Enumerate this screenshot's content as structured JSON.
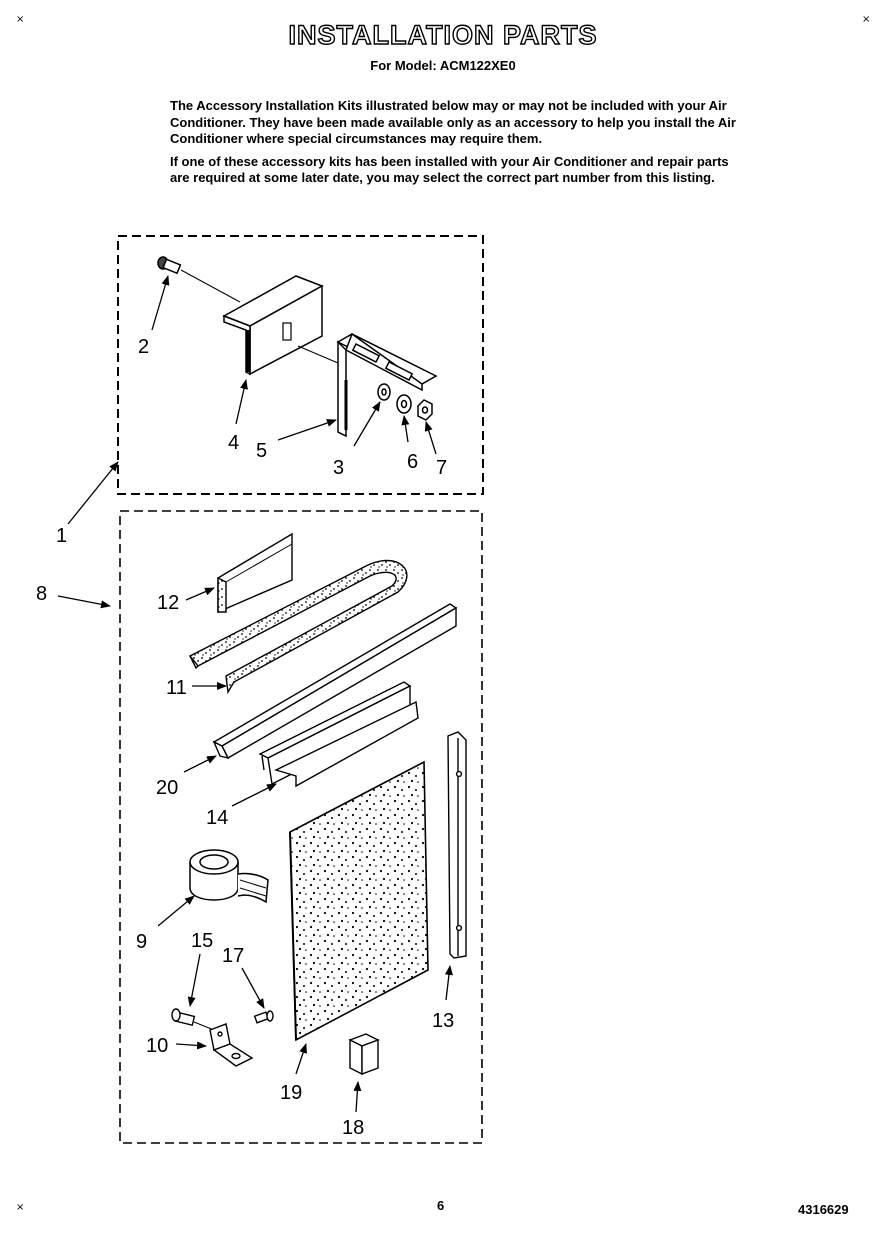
{
  "header": {
    "title": "INSTALLATION PARTS",
    "subtitle": "For Model: ACM122XE0"
  },
  "intro": {
    "paragraph1": "The Accessory Installation Kits illustrated below may or may not be included with your Air Conditioner. They have been made available only as an accessory to help you install the Air Conditioner where special circumstances may require them.",
    "paragraph2": "If one of these accessory kits has been installed with your Air Conditioner and repair parts are required at some later date, you may select the correct part number from this listing."
  },
  "callouts": {
    "c1": "1",
    "c2": "2",
    "c3": "3",
    "c4": "4",
    "c5": "5",
    "c6": "6",
    "c7": "7",
    "c8": "8",
    "c9": "9",
    "c10": "10",
    "c11": "11",
    "c12": "12",
    "c13": "13",
    "c14": "14",
    "c15": "15",
    "c17": "17",
    "c18": "18",
    "c19": "19",
    "c20": "20"
  },
  "footer": {
    "page_number": "6",
    "document_number": "4316629"
  },
  "corner_marks": {
    "mark": "×"
  }
}
